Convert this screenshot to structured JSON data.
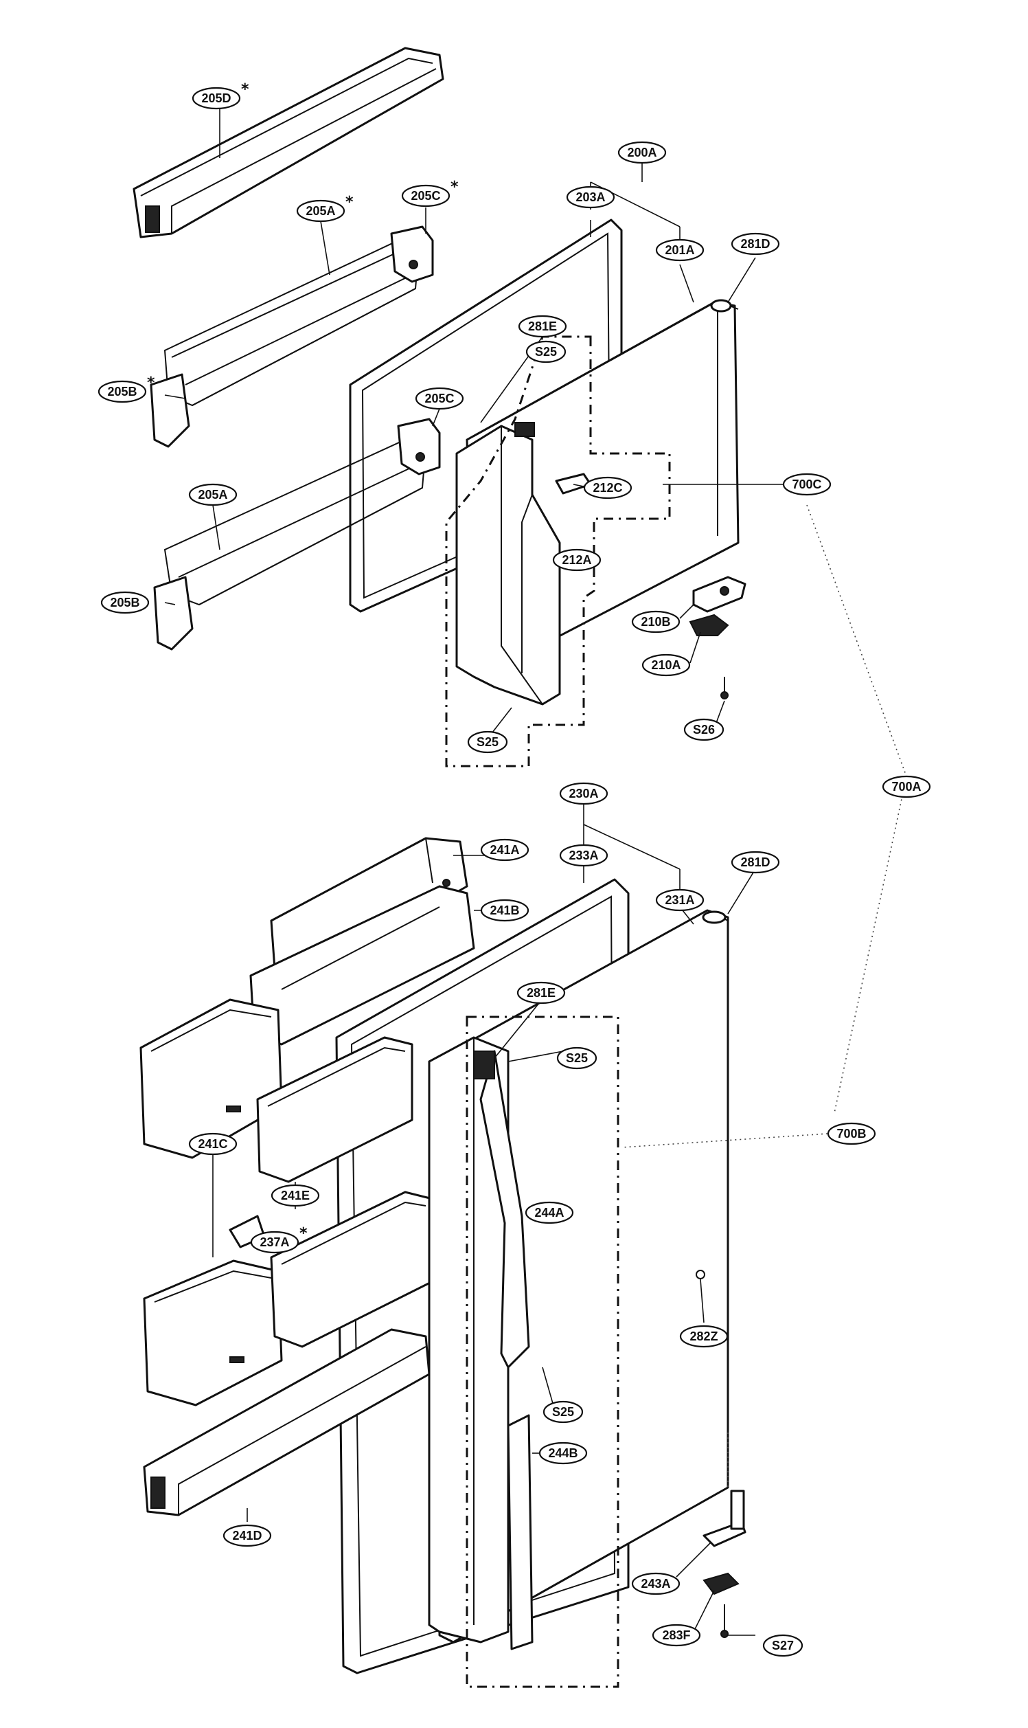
{
  "diagram": {
    "callouts": [
      {
        "id": "205D",
        "text": "205D",
        "marked": true
      },
      {
        "id": "200A",
        "text": "200A",
        "marked": false
      },
      {
        "id": "205C_1",
        "text": "205C",
        "marked": true
      },
      {
        "id": "205A_1",
        "text": "205A",
        "marked": true
      },
      {
        "id": "203A",
        "text": "203A",
        "marked": false
      },
      {
        "id": "201A",
        "text": "201A",
        "marked": false
      },
      {
        "id": "281D_1",
        "text": "281D",
        "marked": false
      },
      {
        "id": "281E_1",
        "text": "281E",
        "marked": false
      },
      {
        "id": "S25_1",
        "text": "S25",
        "marked": false
      },
      {
        "id": "205B_1",
        "text": "205B",
        "marked": true
      },
      {
        "id": "205C_2",
        "text": "205C",
        "marked": false
      },
      {
        "id": "212C",
        "text": "212C",
        "marked": false
      },
      {
        "id": "700C",
        "text": "700C",
        "marked": false
      },
      {
        "id": "205A_2",
        "text": "205A",
        "marked": false
      },
      {
        "id": "212A",
        "text": "212A",
        "marked": false
      },
      {
        "id": "205B_2",
        "text": "205B",
        "marked": false
      },
      {
        "id": "210B",
        "text": "210B",
        "marked": false
      },
      {
        "id": "210A",
        "text": "210A",
        "marked": false
      },
      {
        "id": "S26",
        "text": "S26",
        "marked": false
      },
      {
        "id": "S25_2",
        "text": "S25",
        "marked": false
      },
      {
        "id": "230A",
        "text": "230A",
        "marked": false
      },
      {
        "id": "700A",
        "text": "700A",
        "marked": false
      },
      {
        "id": "241A",
        "text": "241A",
        "marked": false
      },
      {
        "id": "233A",
        "text": "233A",
        "marked": false
      },
      {
        "id": "231A",
        "text": "231A",
        "marked": false
      },
      {
        "id": "281D_2",
        "text": "281D",
        "marked": false
      },
      {
        "id": "241B",
        "text": "241B",
        "marked": false
      },
      {
        "id": "281E_2",
        "text": "281E",
        "marked": false
      },
      {
        "id": "S25_3",
        "text": "S25",
        "marked": false
      },
      {
        "id": "700B",
        "text": "700B",
        "marked": false
      },
      {
        "id": "241C",
        "text": "241C",
        "marked": false
      },
      {
        "id": "241E",
        "text": "241E",
        "marked": false
      },
      {
        "id": "244A",
        "text": "244A",
        "marked": false
      },
      {
        "id": "237A",
        "text": "237A",
        "marked": true
      },
      {
        "id": "282Z",
        "text": "282Z",
        "marked": false
      },
      {
        "id": "S25_4",
        "text": "S25",
        "marked": false
      },
      {
        "id": "244B",
        "text": "244B",
        "marked": false
      },
      {
        "id": "241D",
        "text": "241D",
        "marked": false
      },
      {
        "id": "243A",
        "text": "243A",
        "marked": false
      },
      {
        "id": "283F",
        "text": "283F",
        "marked": false
      },
      {
        "id": "S27",
        "text": "S27",
        "marked": false
      }
    ]
  }
}
